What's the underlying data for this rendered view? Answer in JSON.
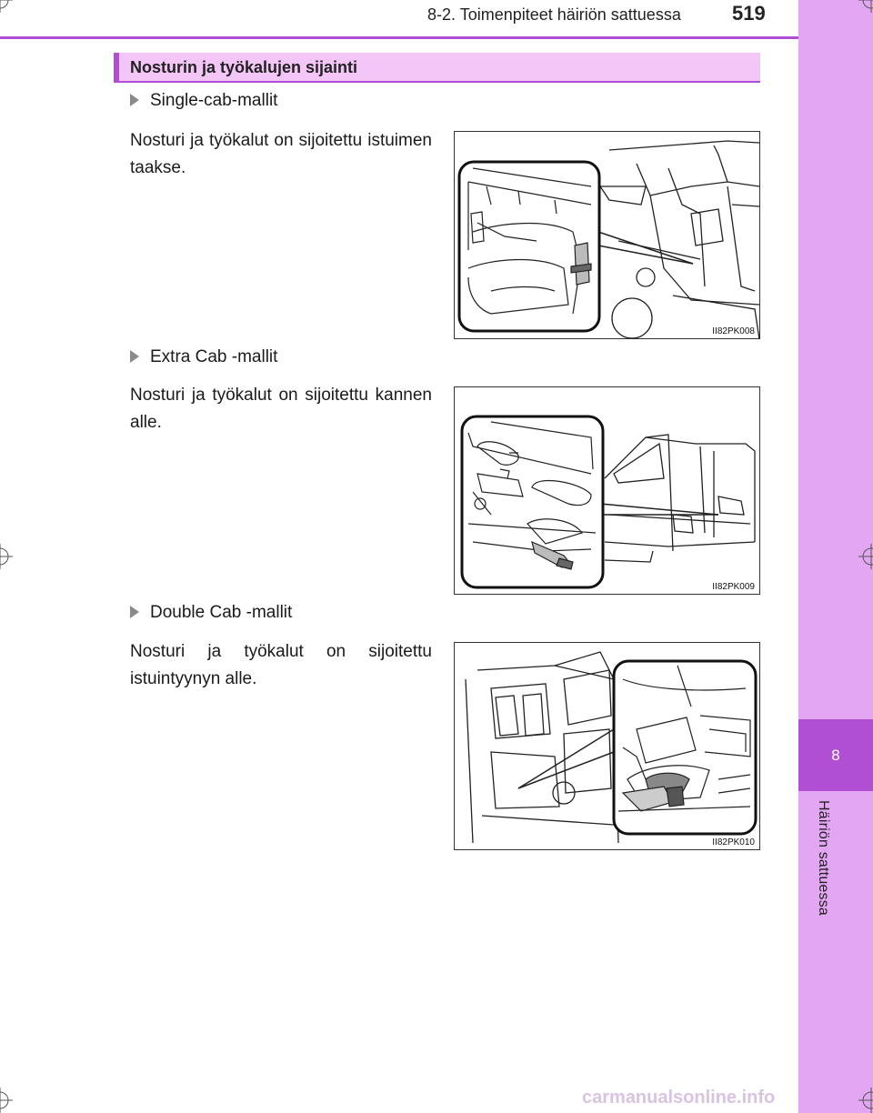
{
  "header": {
    "section": "8-2. Toimenpiteet häiriön sattuessa",
    "page_number": "519"
  },
  "side_tab": {
    "chapter": "8",
    "label": "Häiriön sattuessa"
  },
  "section_title": "Nosturin ja työkalujen sijainti",
  "blocks": [
    {
      "heading": "Single-cab-mallit",
      "text": "Nosturi ja työkalut on sijoitettu istuimen taakse.",
      "figure_code": "II82PK008"
    },
    {
      "heading": "Extra Cab -mallit",
      "text": "Nosturi ja työkalut on sijoitettu kannen alle.",
      "figure_code": "II82PK009"
    },
    {
      "heading": "Double Cab -mallit",
      "text": "Nosturi ja työkalut on sijoitettu istuintyynyn alle.",
      "figure_code": "II82PK010"
    }
  ],
  "watermark": "carmanualsonline.info",
  "colors": {
    "accent": "#b04fd3",
    "tab": "#e3a6f2",
    "title_bg": "#f3c6f7"
  }
}
